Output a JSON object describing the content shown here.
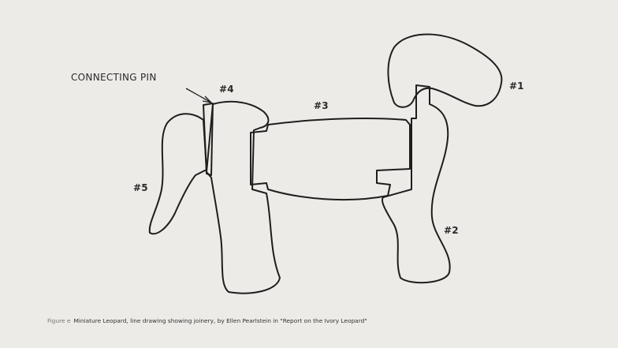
{
  "labels": {
    "connecting_pin": "CONNECTING PIN",
    "piece1": "#1",
    "piece2": "#2",
    "piece3": "#3",
    "piece4": "#4",
    "piece5": "#5"
  },
  "caption": {
    "figure": "Figure e",
    "text": "Miniature Leopard, line drawing showing joinery, by Ellen Pearlstein in \"Report on the Ivory Leopard\""
  }
}
